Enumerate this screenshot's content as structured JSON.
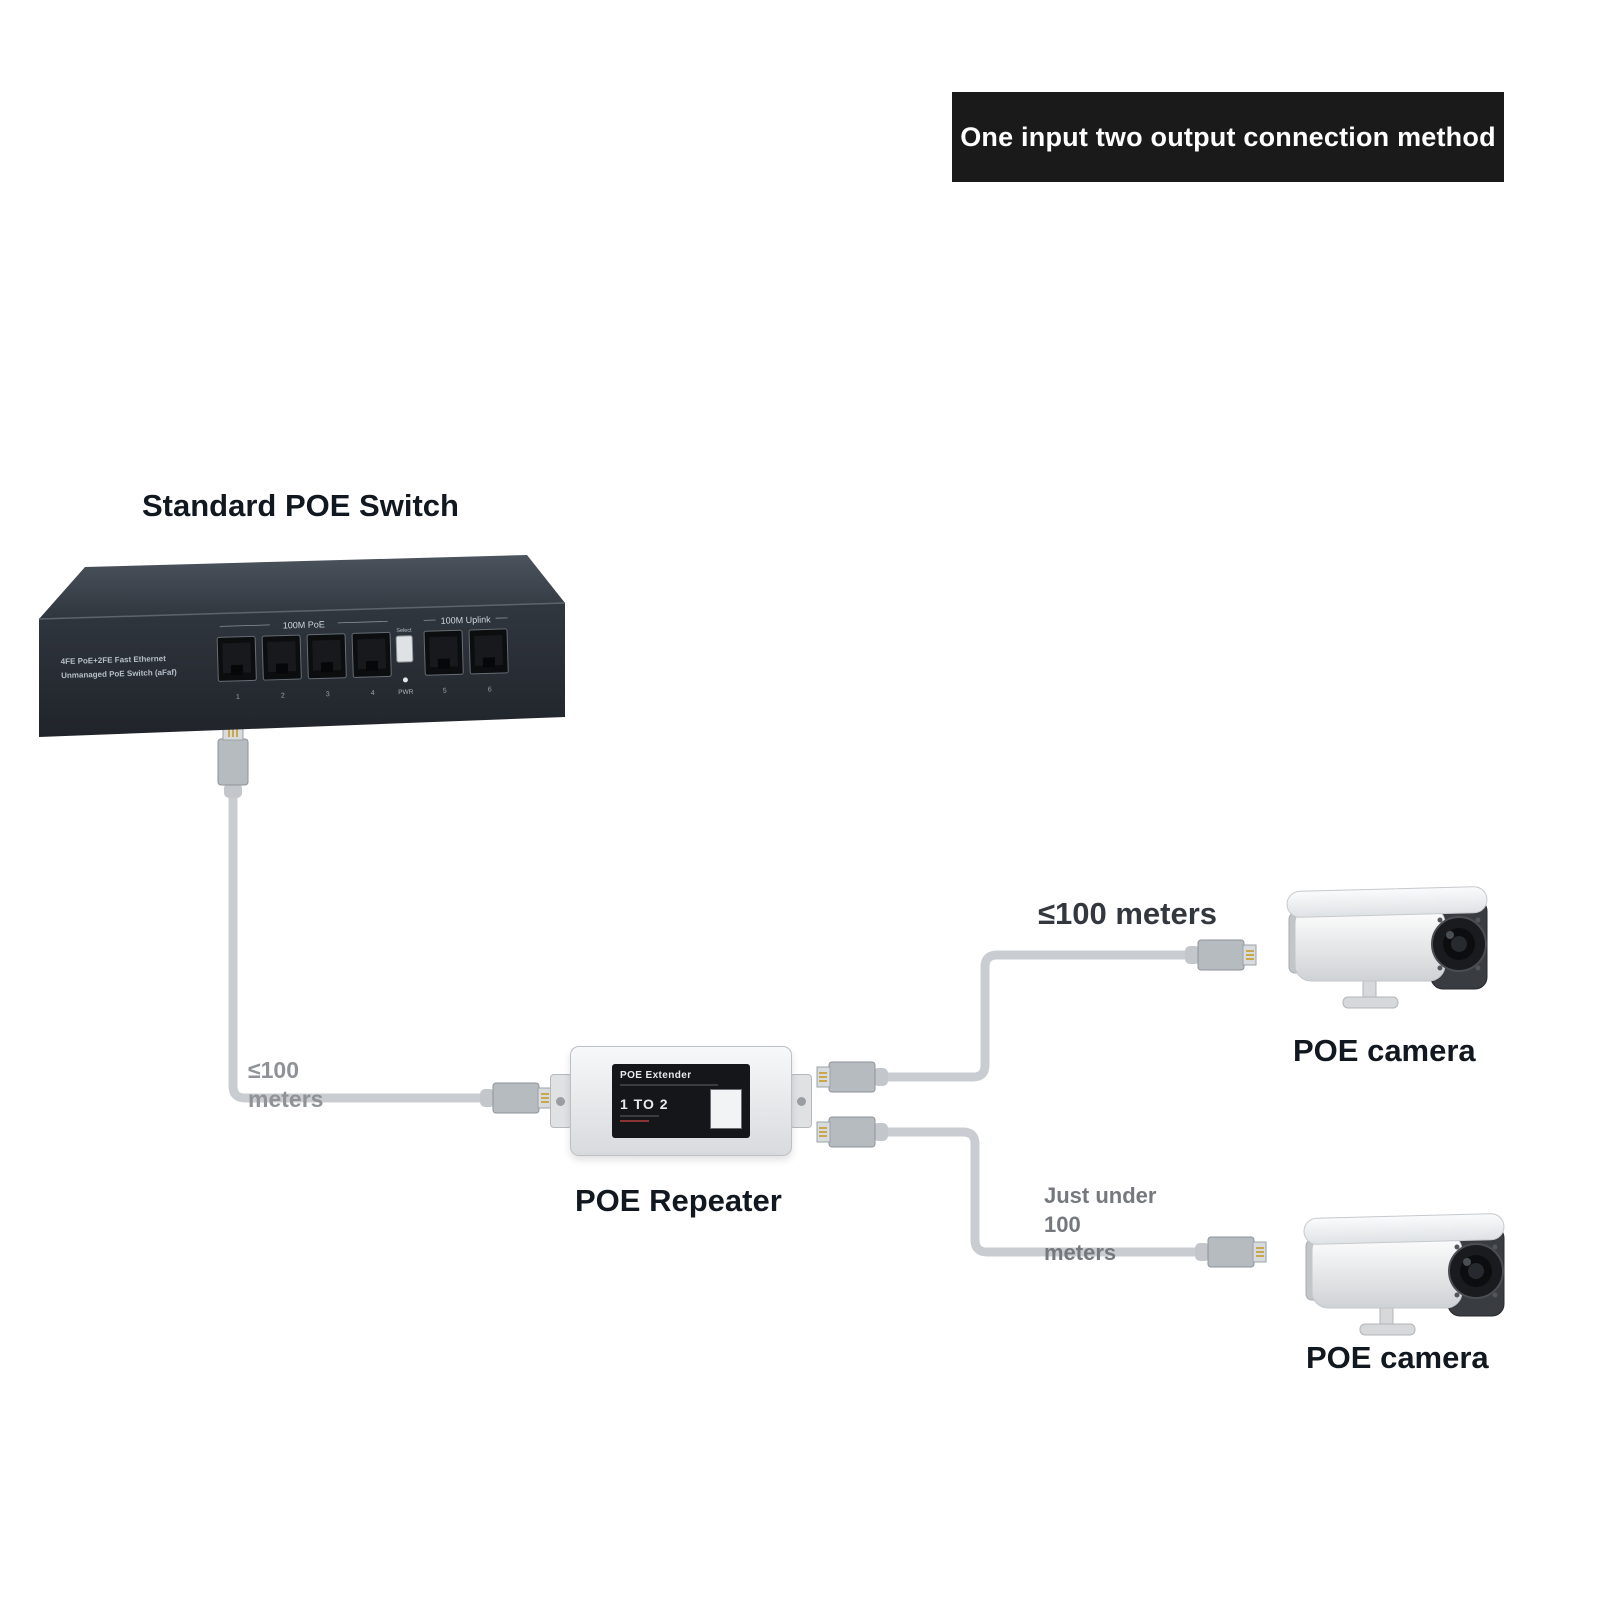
{
  "banner": {
    "text": "One input two output connection method"
  },
  "poe_switch": {
    "title": "Standard POE Switch",
    "panel_text_line1": "4FE PoE+2FE Fast Ethernet",
    "panel_text_line2": "Unmanaged PoE Switch (aFaf)",
    "poe_ports_label": "100M PoE",
    "uplink_ports_label": "100M Uplink",
    "select_label": "Select",
    "pwr_label": "PWR",
    "poe_port_numbers": [
      "1",
      "2",
      "3",
      "4"
    ],
    "uplink_port_numbers": [
      "5",
      "6"
    ]
  },
  "repeater": {
    "caption": "POE Repeater",
    "label_title": "POE Extender",
    "label_mode": "1 TO 2"
  },
  "camera_top": {
    "caption": "POE camera"
  },
  "camera_bottom": {
    "caption": "POE camera"
  },
  "annotations": {
    "input_cable": {
      "line1": "≤100",
      "line2": "meters"
    },
    "output_top": {
      "text": "≤100 meters"
    },
    "output_bottom": {
      "line1": "Just under",
      "line2": "100",
      "line3": "meters"
    }
  },
  "colors": {
    "banner_bg": "#1a1a1a",
    "cable": "#c9cdd1",
    "switch_front": "#2b3138",
    "repeater_label_bg": "#151619"
  }
}
